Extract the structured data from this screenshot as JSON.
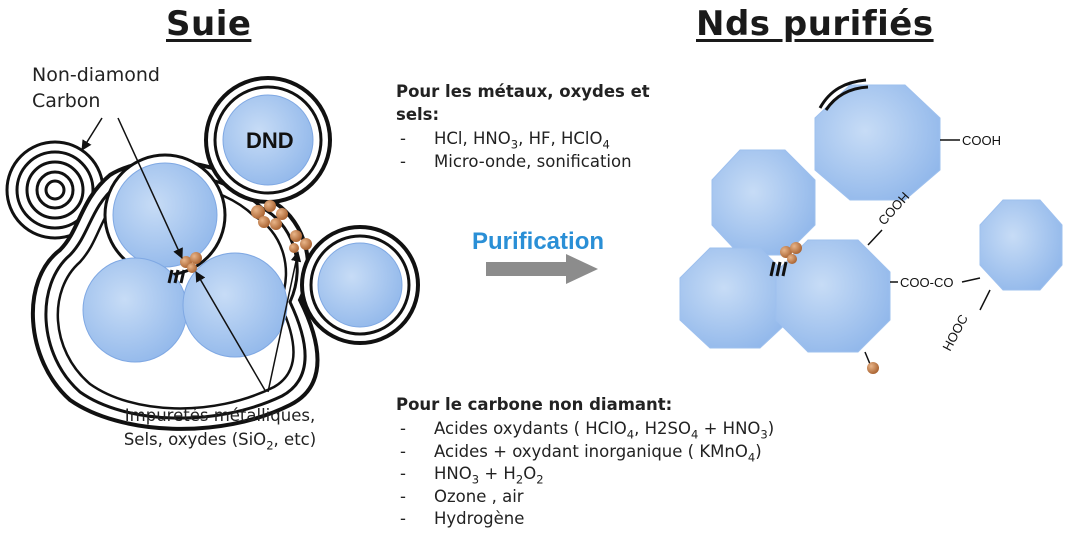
{
  "titles": {
    "left": "Suie",
    "right": "Nds purifiés"
  },
  "labels": {
    "non_diamond_line1": "Non-diamond",
    "non_diamond_line2": "Carbon",
    "dnd": "DND"
  },
  "caption_impurities": {
    "line1": "Impuretés métalliques,",
    "line2_pre": "Sels, oxydes (SiO",
    "line2_sub": "2",
    "line2_post": ", etc)"
  },
  "metals_block": {
    "heading_line1": "Pour les métaux, oxydes et",
    "heading_line2": "sels:",
    "item1_parts": [
      "HCl, HNO",
      "3",
      ", HF, HClO",
      "4"
    ],
    "item2": "Micro-onde, sonification"
  },
  "purification_label": "Purification",
  "carbon_block": {
    "heading": "Pour le carbone non diamant:",
    "item1_parts": [
      "Acides oxydants ( HClO",
      "4",
      ", H2SO",
      "4",
      " + HNO",
      "3",
      ")"
    ],
    "item2_parts": [
      "Acides + oxydant inorganique ( KMnO",
      "4",
      ")"
    ],
    "item3_parts": [
      "HNO",
      "3",
      " + H",
      "2",
      "O",
      "2"
    ],
    "item4": "Ozone , air",
    "item5": "Hydrogène"
  },
  "groups": {
    "cooh_right": "COOH",
    "cooh_diag": "COOH",
    "coo_co": "COO-CO",
    "hooc_bottom": "HOOC"
  },
  "colors": {
    "particle_fill": "#a9c9f0",
    "particle_edge": "#7fa8e3",
    "impurity": "#c07a45",
    "arrow": "#8c8c8c",
    "accent": "#2a8fd6"
  }
}
